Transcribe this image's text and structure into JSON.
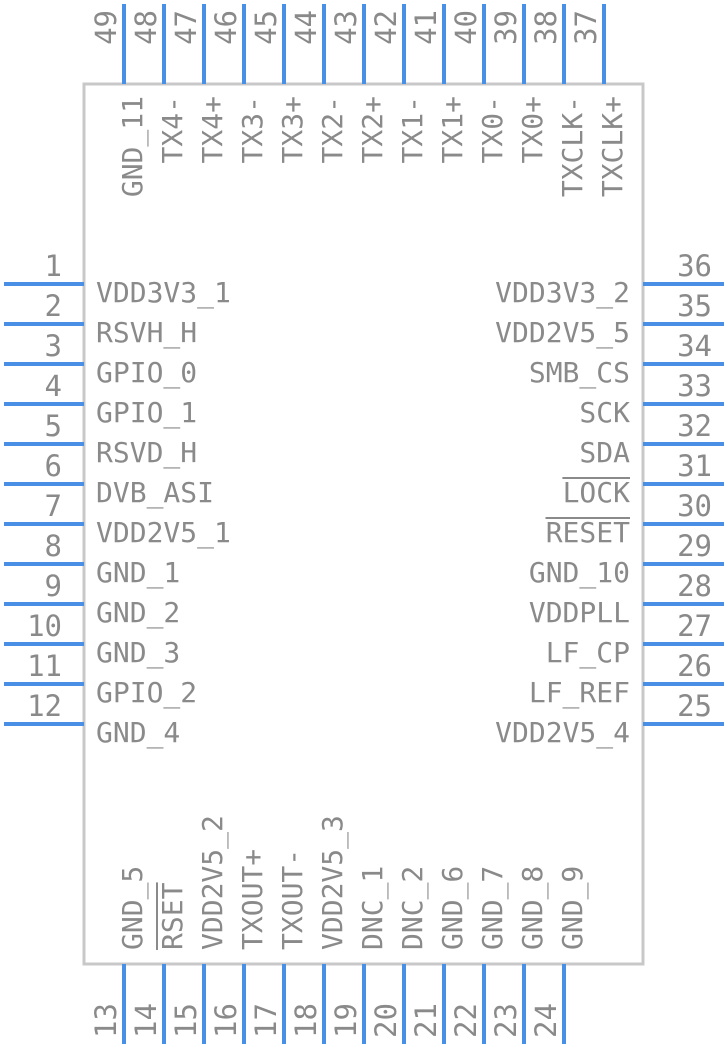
{
  "colors": {
    "pin": "#4a8fe6",
    "body_stroke": "#c8c8c8",
    "text": "#8a8a8a",
    "background": "#ffffff"
  },
  "left_pins": [
    {
      "num": "1",
      "name": "VDD3V3_1"
    },
    {
      "num": "2",
      "name": "RSVH_H"
    },
    {
      "num": "3",
      "name": "GPIO_0"
    },
    {
      "num": "4",
      "name": "GPIO_1"
    },
    {
      "num": "5",
      "name": "RSVD_H"
    },
    {
      "num": "6",
      "name": "DVB_ASI"
    },
    {
      "num": "7",
      "name": "VDD2V5_1"
    },
    {
      "num": "8",
      "name": "GND_1"
    },
    {
      "num": "9",
      "name": "GND_2"
    },
    {
      "num": "10",
      "name": "GND_3"
    },
    {
      "num": "11",
      "name": "GPIO_2"
    },
    {
      "num": "12",
      "name": "GND_4"
    }
  ],
  "right_pins": [
    {
      "num": "36",
      "name": "VDD3V3_2"
    },
    {
      "num": "35",
      "name": "VDD2V5_5"
    },
    {
      "num": "34",
      "name": "SMB_CS"
    },
    {
      "num": "33",
      "name": "SCK"
    },
    {
      "num": "32",
      "name": "SDA"
    },
    {
      "num": "31",
      "name": "LOCK",
      "overline": true
    },
    {
      "num": "30",
      "name": "RESET",
      "overline": true
    },
    {
      "num": "29",
      "name": "GND_10"
    },
    {
      "num": "28",
      "name": "VDDPLL"
    },
    {
      "num": "27",
      "name": "LF_CP"
    },
    {
      "num": "26",
      "name": "LF_REF"
    },
    {
      "num": "25",
      "name": "VDD2V5_4"
    }
  ],
  "top_pins": [
    {
      "num": "49",
      "name": "GND_11"
    },
    {
      "num": "48",
      "name": "TX4-"
    },
    {
      "num": "47",
      "name": "TX4+"
    },
    {
      "num": "46",
      "name": "TX3-"
    },
    {
      "num": "45",
      "name": "TX3+"
    },
    {
      "num": "44",
      "name": "TX2-"
    },
    {
      "num": "43",
      "name": "TX2+"
    },
    {
      "num": "42",
      "name": "TX1-"
    },
    {
      "num": "41",
      "name": "TX1+"
    },
    {
      "num": "40",
      "name": "TX0-"
    },
    {
      "num": "39",
      "name": "TX0+"
    },
    {
      "num": "38",
      "name": "TXCLK-"
    },
    {
      "num": "37",
      "name": "TXCLK+"
    }
  ],
  "bottom_pins": [
    {
      "num": "13",
      "name": "GND_5"
    },
    {
      "num": "14",
      "name": "RSET",
      "overline": true
    },
    {
      "num": "15",
      "name": "VDD2V5_2"
    },
    {
      "num": "16",
      "name": "TXOUT+"
    },
    {
      "num": "17",
      "name": "TXOUT-"
    },
    {
      "num": "18",
      "name": "VDD2V5_3"
    },
    {
      "num": "19",
      "name": "DNC_1"
    },
    {
      "num": "20",
      "name": "DNC_2"
    },
    {
      "num": "21",
      "name": "GND_6"
    },
    {
      "num": "22",
      "name": "GND_7"
    },
    {
      "num": "23",
      "name": "GND_8"
    },
    {
      "num": "24",
      "name": "GND_9"
    }
  ]
}
